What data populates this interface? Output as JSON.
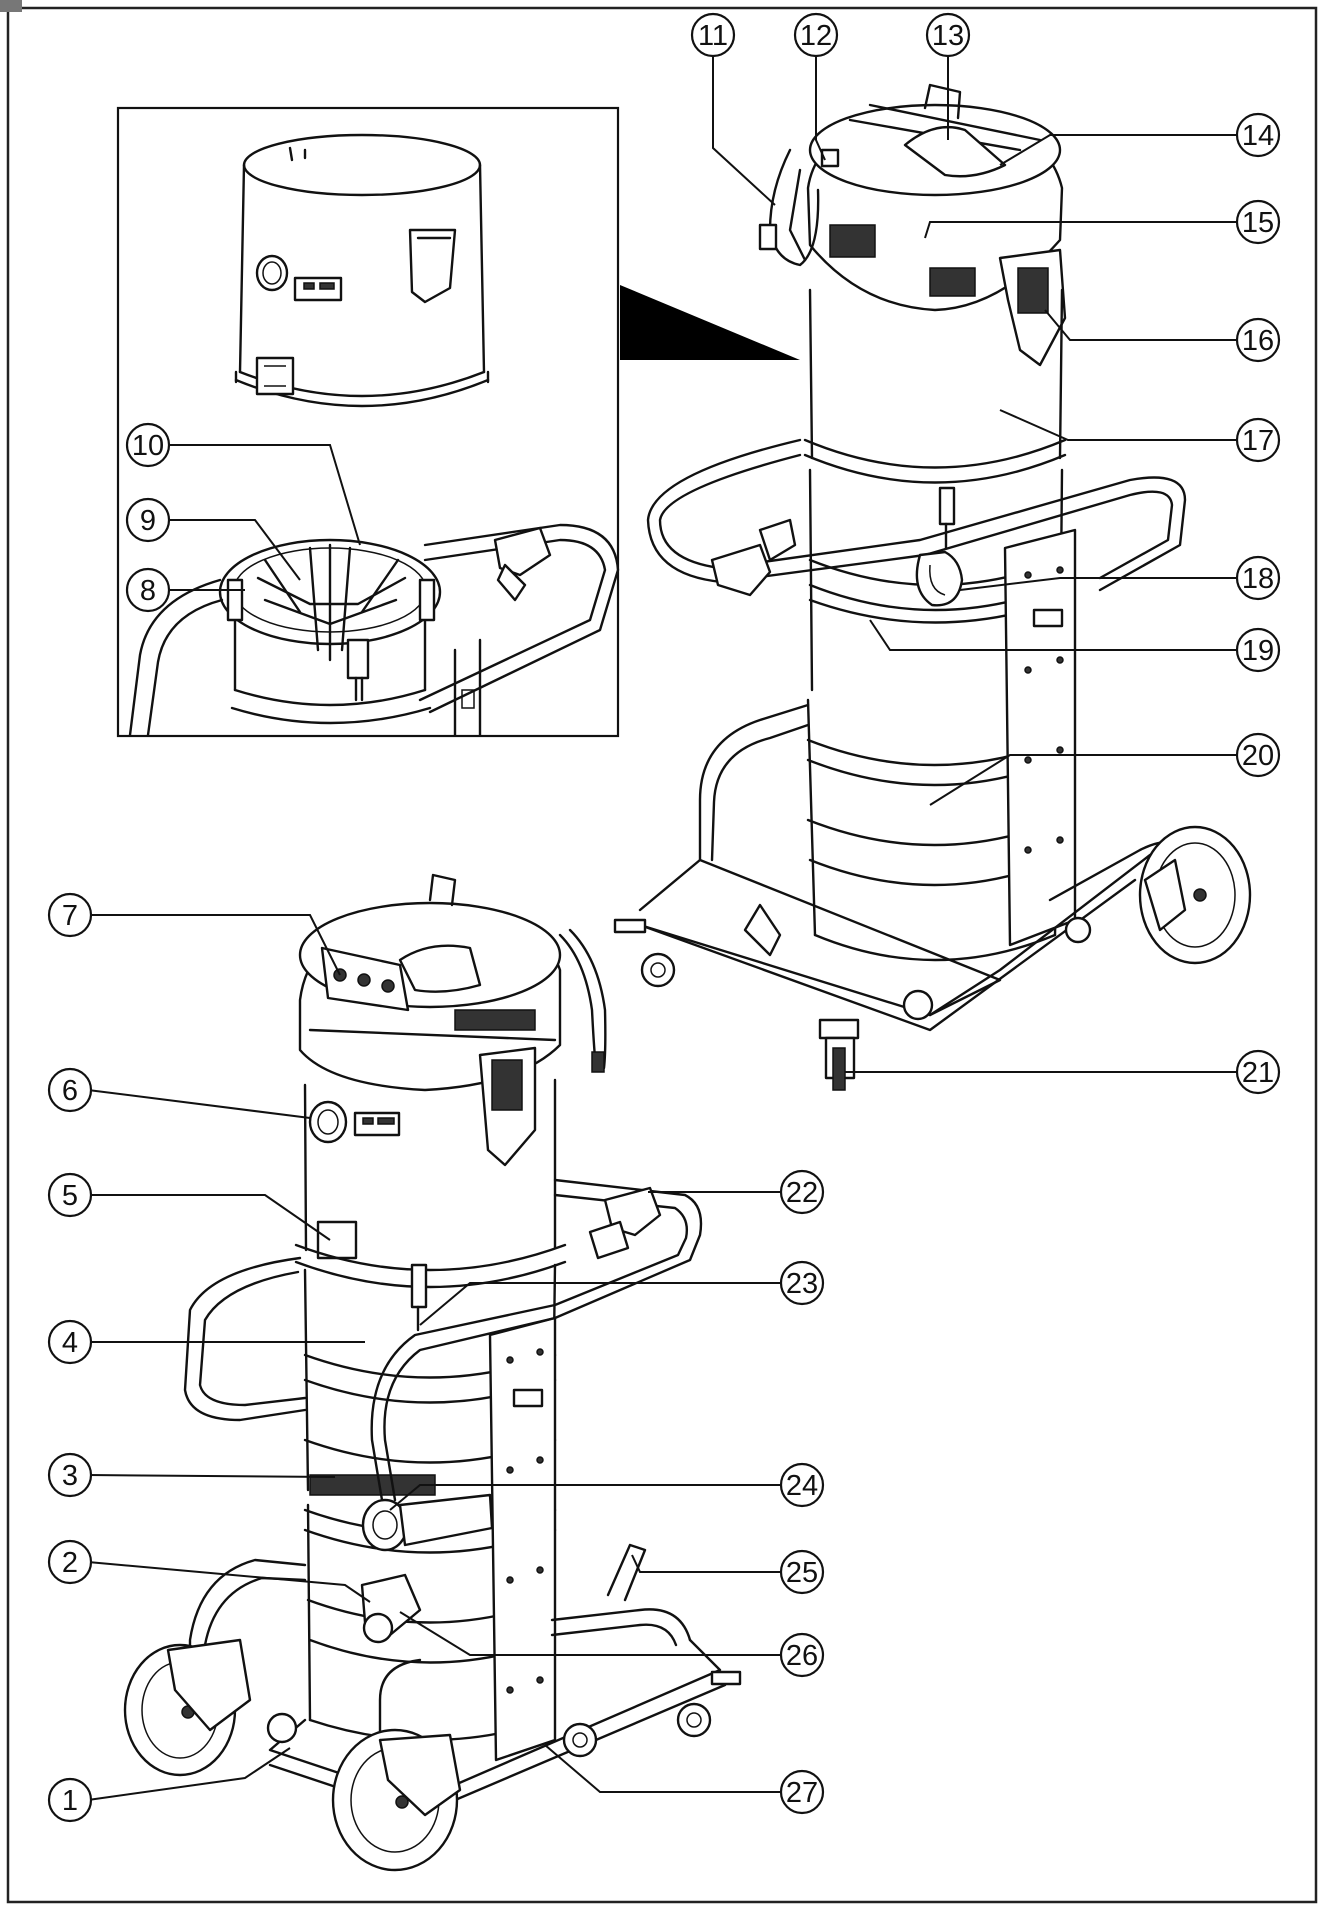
{
  "diagram": {
    "frame_color": "#222222",
    "line_color": "#111111",
    "callouts": [
      {
        "label": "1"
      },
      {
        "label": "2"
      },
      {
        "label": "3"
      },
      {
        "label": "4"
      },
      {
        "label": "5"
      },
      {
        "label": "6"
      },
      {
        "label": "7"
      },
      {
        "label": "8"
      },
      {
        "label": "9"
      },
      {
        "label": "10"
      },
      {
        "label": "11"
      },
      {
        "label": "12"
      },
      {
        "label": "13"
      },
      {
        "label": "14"
      },
      {
        "label": "15"
      },
      {
        "label": "16"
      },
      {
        "label": "17"
      },
      {
        "label": "18"
      },
      {
        "label": "19"
      },
      {
        "label": "20"
      },
      {
        "label": "21"
      },
      {
        "label": "22"
      },
      {
        "label": "23"
      },
      {
        "label": "24"
      },
      {
        "label": "25"
      },
      {
        "label": "26"
      },
      {
        "label": "27"
      }
    ]
  }
}
